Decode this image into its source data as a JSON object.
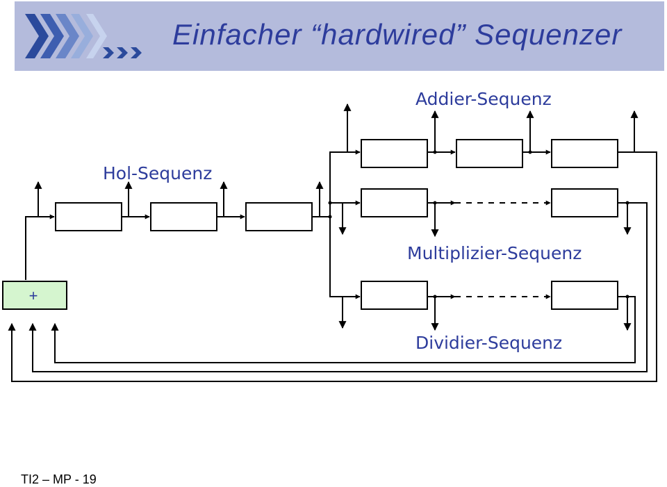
{
  "header": {
    "title": "Einfacher “hardwired” Sequenzer",
    "logo_icon": "double-chevron-logo-icon"
  },
  "diagram": {
    "adder_label": "Addier-Sequenz",
    "fetch_label": "Hol-Sequenz",
    "multiply_label": "Multiplizier-Sequenz",
    "divide_label": "Dividier-Sequenz",
    "adder_box_label": "+"
  },
  "footer": {
    "text": "TI2 – MP - 19"
  },
  "colors": {
    "banner": "#b4bbdc",
    "title": "#2d3c9c",
    "adder_fill": "#d5f5cf",
    "lines": "#000000"
  }
}
